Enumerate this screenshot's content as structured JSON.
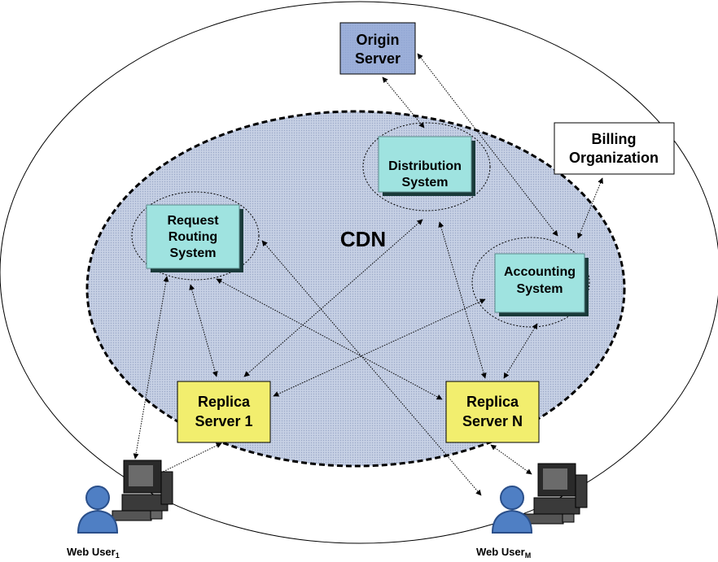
{
  "cdn_label": "CDN",
  "nodes": {
    "origin_server": {
      "line1": "Origin",
      "line2": "Server"
    },
    "billing_organization": {
      "line1": "Billing",
      "line2": "Organization"
    },
    "distribution_system": {
      "line1": "Distribution",
      "line2": "System"
    },
    "request_routing_system": {
      "line1": "Request",
      "line2": "Routing",
      "line3": "System"
    },
    "accounting_system": {
      "line1": "Accounting",
      "line2": "System"
    },
    "replica_server_1": {
      "line1": "Replica",
      "line2": "Server 1"
    },
    "replica_server_n": {
      "line1": "Replica",
      "line2": "Server N"
    }
  },
  "web_users": {
    "user_1": {
      "label": "Web User",
      "subscript": "1"
    },
    "user_m": {
      "label": "Web User",
      "subscript": "M"
    }
  },
  "colors": {
    "origin_fill": "#8ea4d6",
    "system_fill": "#9fe3e0",
    "replica_fill": "#f2ee6e",
    "cdn_fill": "#dde3ee",
    "person_blue": "#4f7fc4"
  }
}
